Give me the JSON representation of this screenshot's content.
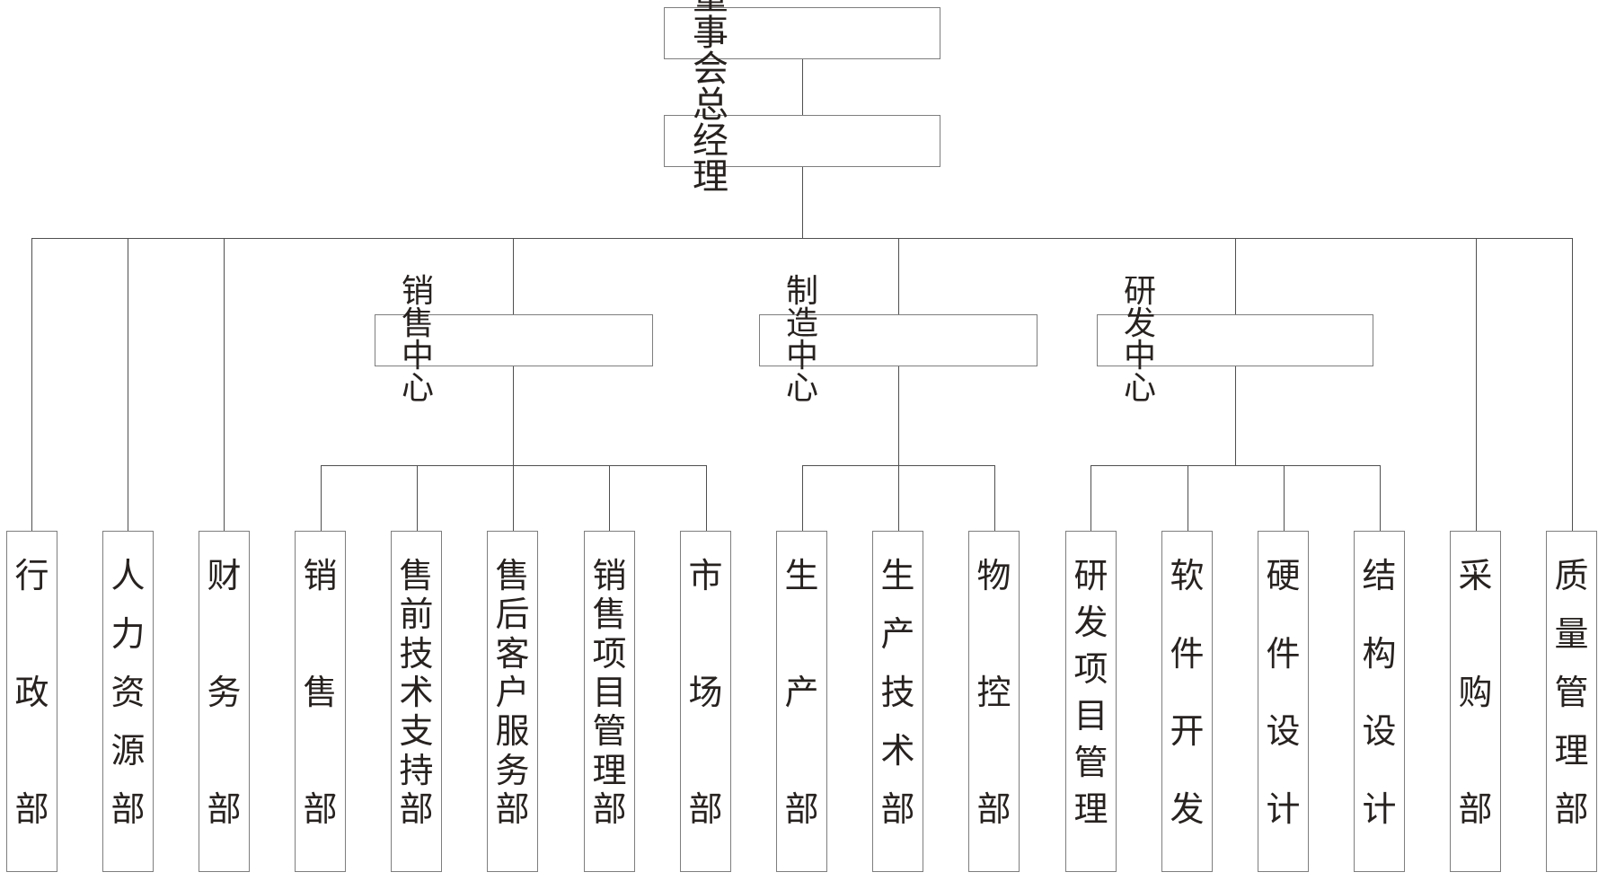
{
  "org_chart": {
    "root": {
      "label": "董事会"
    },
    "general_manager": {
      "label": "总经理",
      "reports_to": "董事会"
    },
    "centers": [
      {
        "label": "销售中心",
        "reports_to": "总经理"
      },
      {
        "label": "制造中心",
        "reports_to": "总经理"
      },
      {
        "label": "研发中心",
        "reports_to": "总经理"
      }
    ],
    "departments": [
      {
        "label": "行政部",
        "reports_to": "总经理"
      },
      {
        "label": "人力资源部",
        "reports_to": "总经理"
      },
      {
        "label": "财务部",
        "reports_to": "总经理"
      },
      {
        "label": "销售部",
        "reports_to": "销售中心"
      },
      {
        "label": "售前技术支持部",
        "reports_to": "销售中心"
      },
      {
        "label": "售后客户服务部",
        "reports_to": "销售中心"
      },
      {
        "label": "销售项目管理部",
        "reports_to": "销售中心"
      },
      {
        "label": "市场部",
        "reports_to": "销售中心"
      },
      {
        "label": "生产部",
        "reports_to": "制造中心"
      },
      {
        "label": "生产技术部",
        "reports_to": "制造中心"
      },
      {
        "label": "物控部",
        "reports_to": "制造中心"
      },
      {
        "label": "研发项目管理",
        "reports_to": "研发中心"
      },
      {
        "label": "软件开发",
        "reports_to": "研发中心"
      },
      {
        "label": "硬件设计",
        "reports_to": "研发中心"
      },
      {
        "label": "结构设计",
        "reports_to": "研发中心"
      },
      {
        "label": "采购部",
        "reports_to": "总经理"
      },
      {
        "label": "质量管理部",
        "reports_to": "总经理"
      }
    ],
    "colors": {
      "line": "#4f4f4f",
      "box_border": "#7e7e7e",
      "text": "#272220",
      "box_fill": "#ffffff",
      "background": "#ffffff"
    }
  }
}
